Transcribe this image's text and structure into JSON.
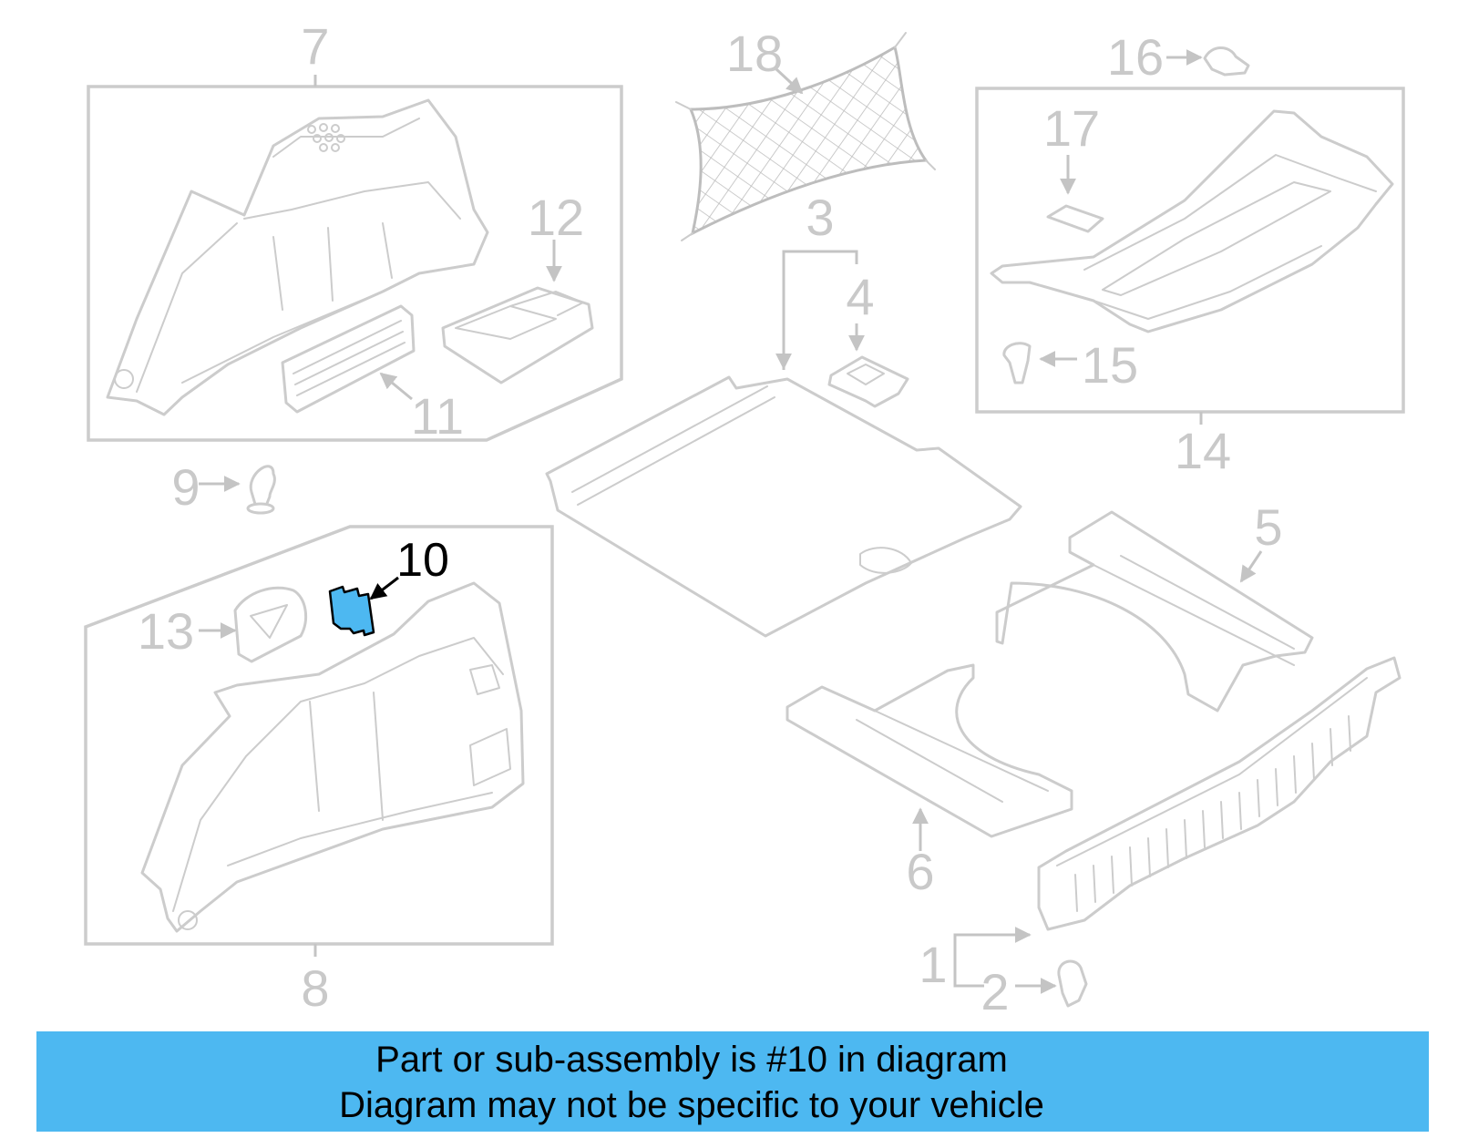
{
  "diagram": {
    "highlighted_part": "10",
    "highlight_color": "#4db8f1",
    "line_color": "#cccccc",
    "callouts": [
      "1",
      "2",
      "3",
      "4",
      "5",
      "6",
      "7",
      "8",
      "9",
      "10",
      "11",
      "12",
      "13",
      "14",
      "15",
      "16",
      "17",
      "18"
    ]
  },
  "caption": {
    "line1": "Part or sub-assembly is #10 in diagram",
    "line2": "Diagram may not be specific to your vehicle",
    "background": "#4db8f1"
  }
}
